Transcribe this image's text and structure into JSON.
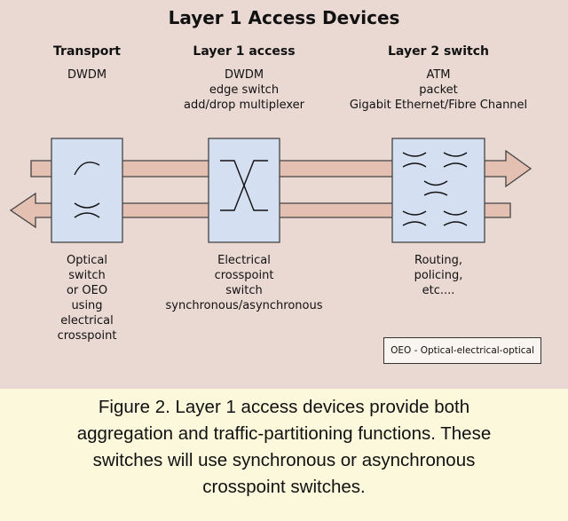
{
  "title": "Layer 1 Access Devices",
  "columns": [
    {
      "header": "Transport",
      "sub": [
        "DWDM"
      ],
      "below": [
        "Optical",
        "switch",
        "or OEO",
        "using",
        "electrical",
        "crosspoint"
      ]
    },
    {
      "header": "Layer 1 access",
      "sub": [
        "DWDM",
        "edge switch",
        "add/drop multiplexer"
      ],
      "below": [
        "Electrical",
        "crosspoint",
        "switch",
        "synchronous/asynchronous"
      ]
    },
    {
      "header": "Layer 2 switch",
      "sub": [
        "ATM",
        "packet",
        "Gigabit Ethernet/Fibre Channel"
      ],
      "below": [
        "Routing,",
        "policing,",
        "etc...."
      ]
    }
  ],
  "legend": "OEO - Optical-electrical-optical",
  "caption": [
    "Figure 2. Layer 1 access devices provide both",
    "aggregation and traffic-partitioning functions. These",
    "switches will use synchronous or asynchronous",
    "crosspoint switches."
  ],
  "colors": {
    "arrow_fill": "#e4c0b3",
    "box_fill": "#d5dff2",
    "panel_bg": "#ead9d2",
    "caption_bg": "#fbf8dc"
  }
}
